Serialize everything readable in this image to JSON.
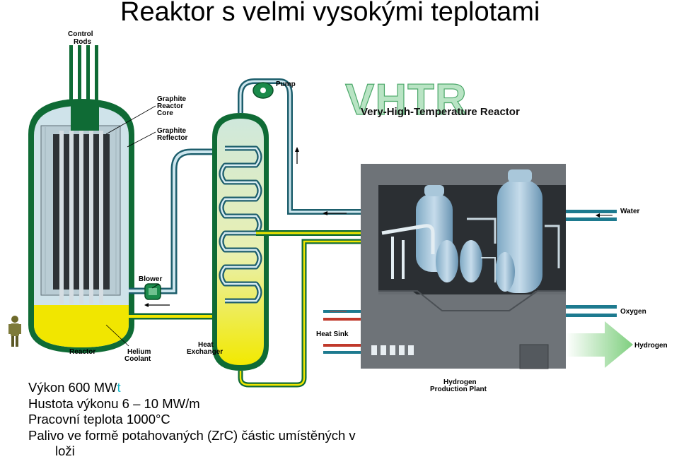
{
  "title": "Reaktor s velmi vysokými teplotami",
  "diagram": {
    "logo": "VHTR",
    "subtitle": "Very-High-Temperature Reactor",
    "labels": {
      "control_rods_1": "Control",
      "control_rods_2": "Rods",
      "graphite_core_1": "Graphite",
      "graphite_core_2": "Reactor",
      "graphite_core_3": "Core",
      "graphite_reflector_1": "Graphite",
      "graphite_reflector_2": "Reflector",
      "pump": "Pump",
      "blower": "Blower",
      "reactor": "Reactor",
      "helium_coolant_1": "Helium",
      "helium_coolant_2": "Coolant",
      "heat_exchanger_1": "Heat",
      "heat_exchanger_2": "Exchanger",
      "heat_sink": "Heat Sink",
      "water": "Water",
      "oxygen": "Oxygen",
      "hydrogen": "Hydrogen",
      "plant_1": "Hydrogen",
      "plant_2": "Production Plant"
    }
  },
  "bullets": {
    "b1_text": "Výkon 600 MW",
    "b1_accent": "t",
    "b2": "Hustota výkonu 6 – 10 MW/m",
    "b3": "Pracovní teplota 1000°C",
    "b4": "Palivo ve formě potahovaných (ZrC) částic umístěných v",
    "b4_cont": "loži"
  },
  "colors": {
    "vessel_green": "#0f6b35",
    "coolant_yellow": "#f1e600",
    "pipe_blue": "#1d7a8f",
    "plant_gray": "#6e7378",
    "hydrogen_arrow": "#8fd18f",
    "accent_cyan": "#17b7c9"
  }
}
